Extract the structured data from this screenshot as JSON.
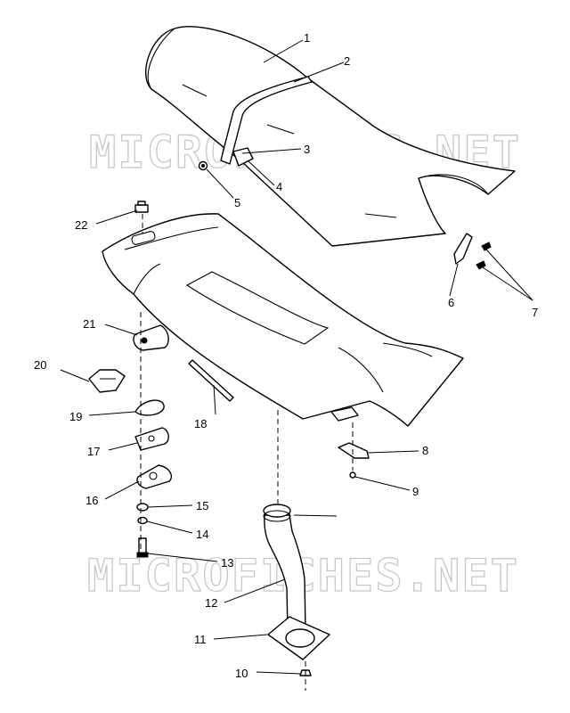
{
  "watermark": {
    "text": "MICROFICHES.NET"
  },
  "callouts": [
    "1",
    "2",
    "3",
    "4",
    "5",
    "6",
    "7",
    "8",
    "9",
    "10",
    "11",
    "12",
    "13",
    "14",
    "15",
    "16",
    "17",
    "18",
    "19",
    "20",
    "21",
    "22"
  ]
}
